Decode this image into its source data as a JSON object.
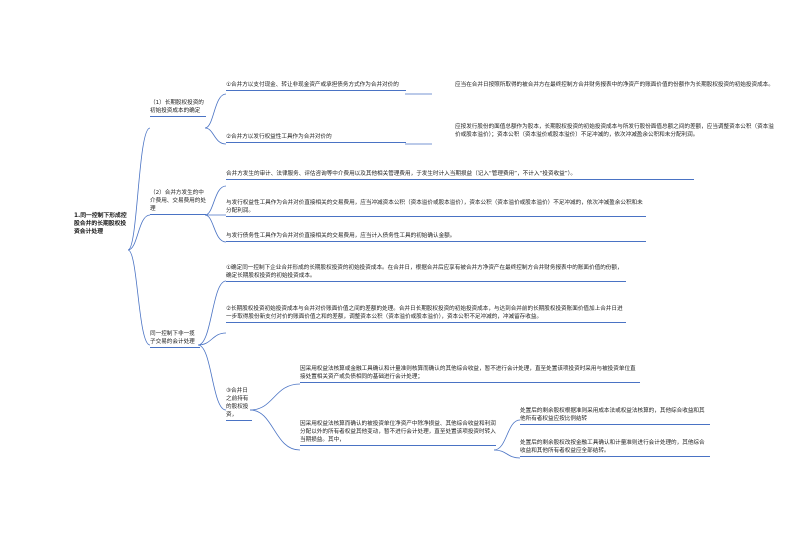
{
  "root": "1.同一控制下形成控股合并的长期股权投资会计处理",
  "branches": [
    {
      "label": "（1）长期股权投资的初始投资成本的确定",
      "children": [
        {
          "label": "①合并方以支付现金、转让非现金资产或承担债务方式作为合并对价的",
          "children": [
            {
              "label": "应当在合并日按照所取得的被合并方在最终控制方合并财务报表中的净资产的账面价值的份额作为长期股权投资的初始投资成本。"
            }
          ]
        },
        {
          "label": "②合并方以发行权益性工具作为合并对价的",
          "children": [
            {
              "label": "应按发行股份的面值总额作为股本，长期股权投资的初始投资成本与所发行股份面值总额之间的差额，应当调整资本公积（资本溢价或股本溢价）；资本公积（资本溢价或股本溢价）不足冲减的，依次冲减盈余公积和未分配利润。"
            }
          ]
        }
      ]
    },
    {
      "label": "（2）合并方发生的中介费用、交易费用的处理",
      "children": [
        {
          "label": "合并方发生的审计、法律服务、评估咨询等中介费用以及其他相关管理费用，于发生时计入当期损益（记入“管理费用”，不计入“投资收益”）。"
        },
        {
          "label": "与发行权益性工具作为合并对价直接相关的交易费用，应当冲减资本公积（资本溢价或股本溢价），资本公积（资本溢价或股本溢价）不足冲减的，依次冲减盈余公积和未分配利润。"
        },
        {
          "label": "与发行债务性工具作为合并对价直接相关的交易费用，应当计入债务性工具的初始确认金额。"
        }
      ]
    },
    {
      "label": "同一控制下非一揽子交易的会计处理",
      "children": [
        {
          "label": "①确定同一控制下企业合并形成的长期股权投资的初始投资成本。在合并日，根据合并后应享有被合并方净资产在最终控制方合并财务报表中的账面价值的份额，确定长期股权投资的初始投资成本。"
        },
        {
          "label": "②长期股权投资初始投资成本与合并对价账面价值之间的差额的处理。合并日长期股权投资的初始投资成本，与达到合并前的长期股权投资账面价值加上合并日进一步取得股份新支付对价的账面价值之和的差额，调整资本公积（资本溢价或股本溢价），资本公积不足冲减的，冲减留存收益。"
        },
        {
          "label": "③合并日之前持有的股权投资，",
          "children": [
            {
              "label": "因采用权益法核算或金融工具确认和计量准则核算而确认的其他综合收益，暂不进行会计处理，直至处置该项投资时采用与被投资单位直接处置相关资产或负债相同的基础进行会计处理；"
            },
            {
              "label": "因采用权益法核算而确认的被投资单位净资产中除净损益、其他综合收益和利润分配以外的所有者权益其他变动，暂不进行会计处理，直至处置该项投资时转入当期损益。其中，",
              "children": [
                {
                  "label": "处置后的剩余股权根据准则采用成本法或权益法核算的，其他综合收益和其他所有者权益应按比例结转"
                },
                {
                  "label": "处置后的剩余股权改按金融工具确认和计量准则进行会计处理的，其他综合收益和其他所有者权益应全部结转。"
                }
              ]
            }
          ]
        }
      ]
    }
  ]
}
